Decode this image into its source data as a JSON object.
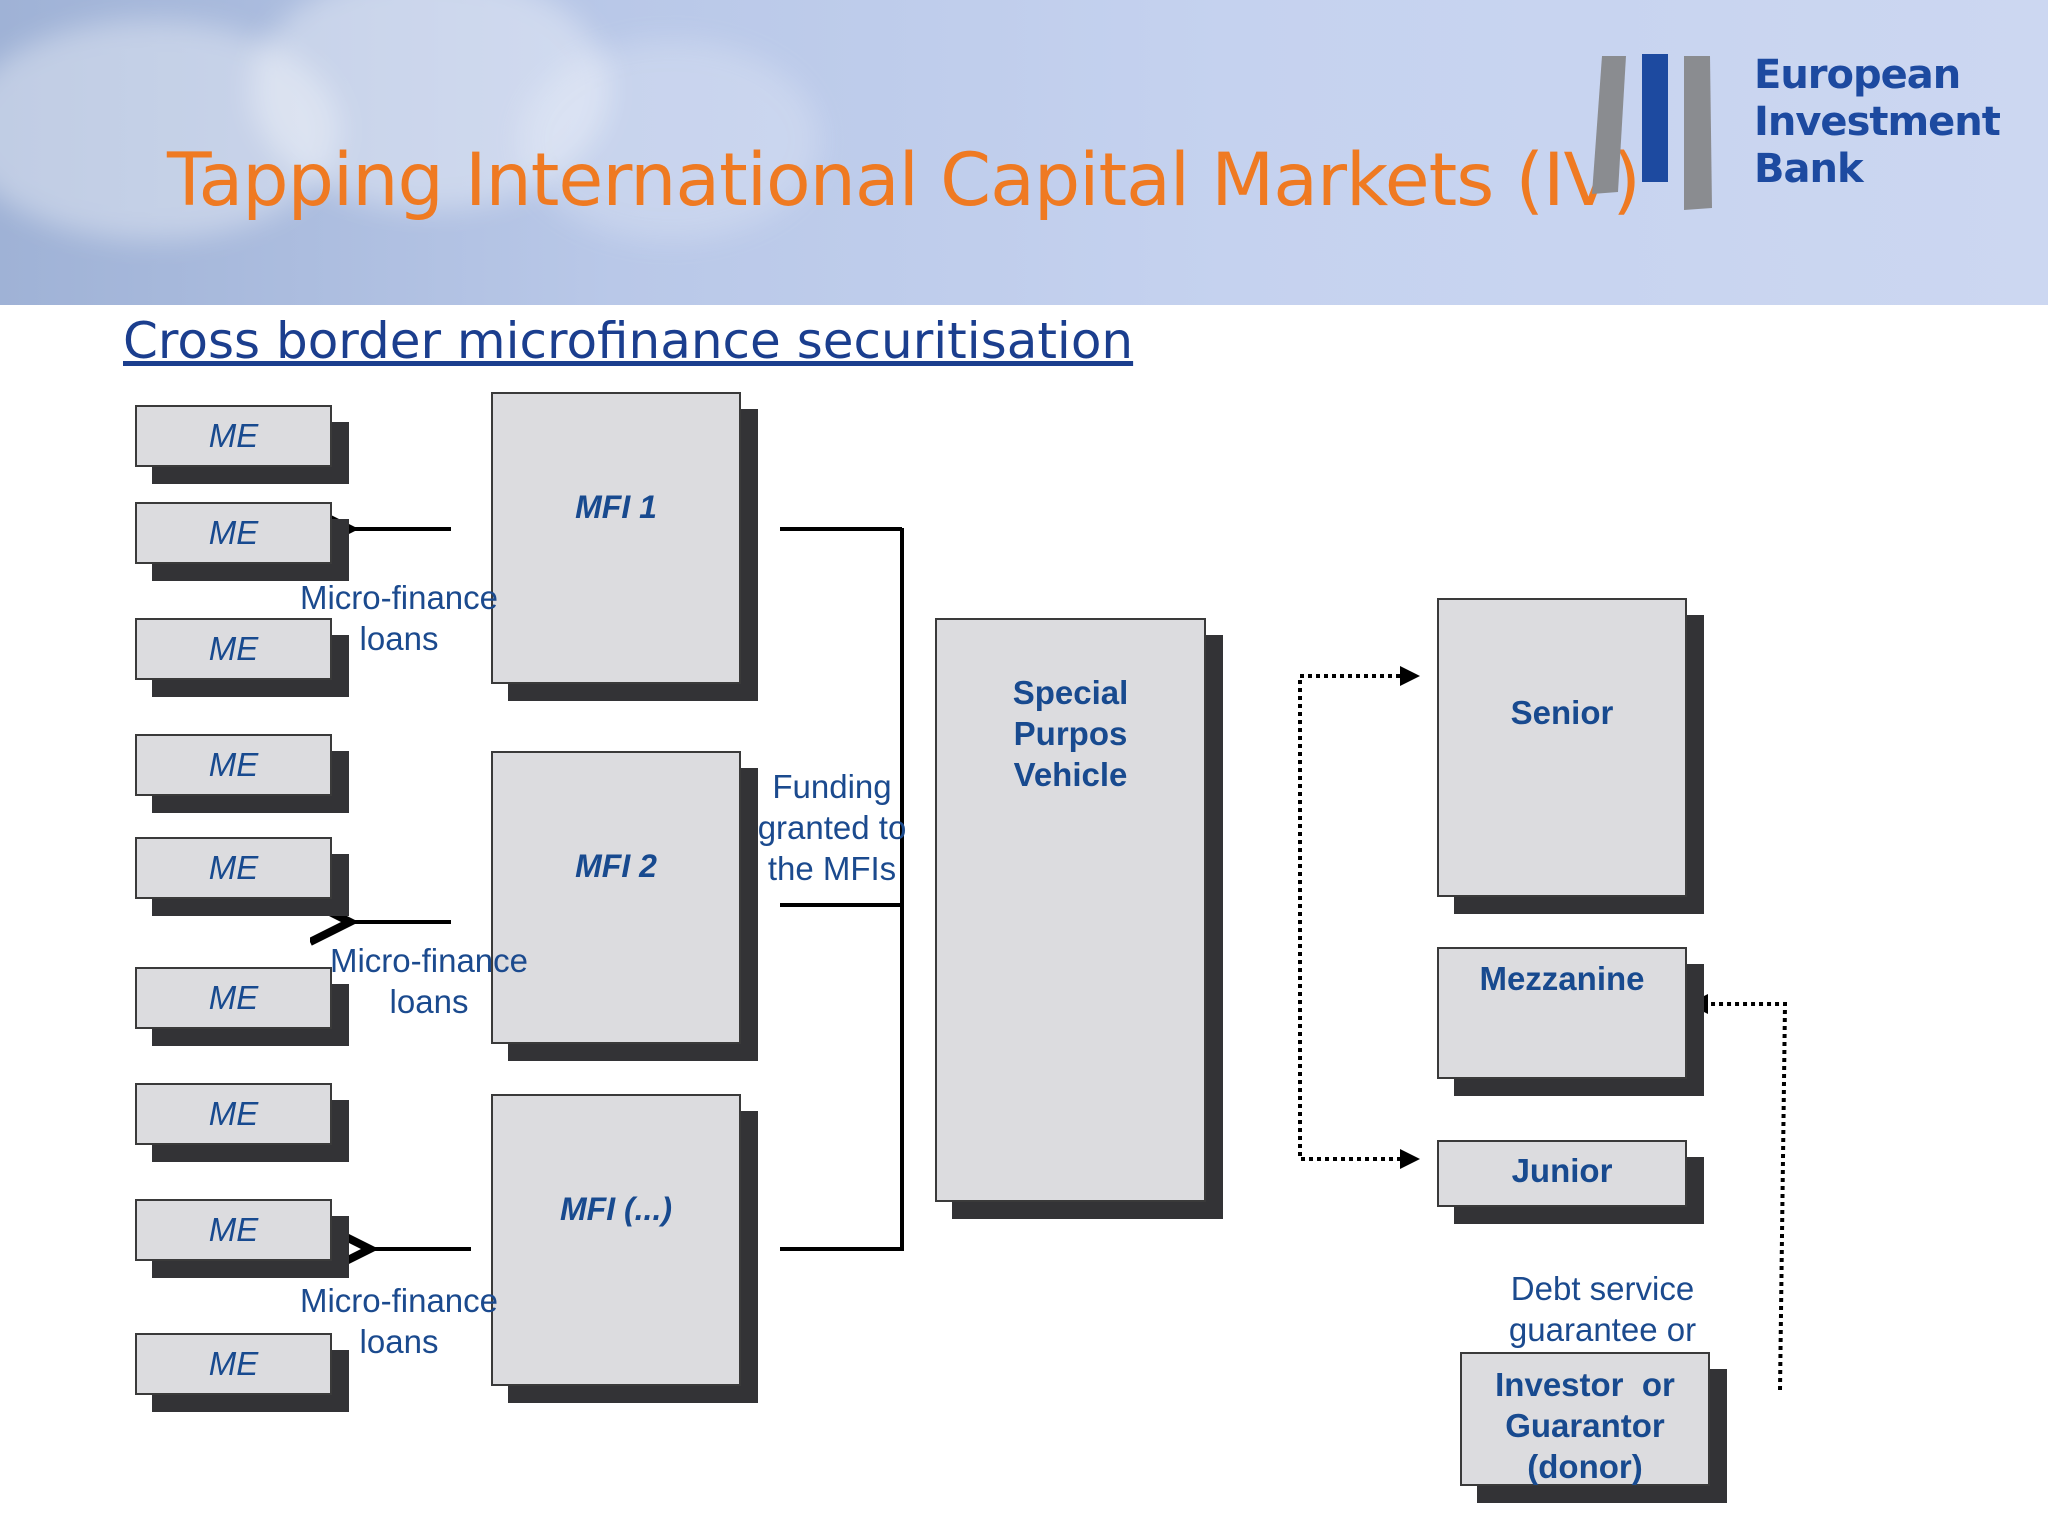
{
  "header": {
    "title": "Tapping International Capital Markets (IV)",
    "logo": {
      "line1": "European",
      "line2": "Investment",
      "line3": "Bank"
    }
  },
  "subtitle": "Cross border microfinance securitisation",
  "diagram": {
    "me_label": "ME",
    "mfi1": "MFI 1",
    "mfi2": "MFI 2",
    "mfi3": "MFI (...)",
    "loans_label_1": "Micro-finance",
    "loans_label_2": "loans",
    "funding": {
      "line1": "Funding",
      "line2": "granted to",
      "line3": "the MFIs"
    },
    "spv": {
      "line1": "Special",
      "line2": "Purpos",
      "line3": "Vehicle"
    },
    "tranches": {
      "senior": "Senior",
      "mezzanine": "Mezzanine",
      "junior": "Junior"
    },
    "guarantee": {
      "line1": "Debt service",
      "line2": "guarantee or"
    },
    "investor": {
      "line1": "Investor  or",
      "line2": "Guarantor",
      "line3": "(donor)"
    }
  },
  "colors": {
    "title": "#ef7a22",
    "text_blue": "#184a8f",
    "box_fill": "#dcdcdf",
    "shadow": "#333336"
  }
}
